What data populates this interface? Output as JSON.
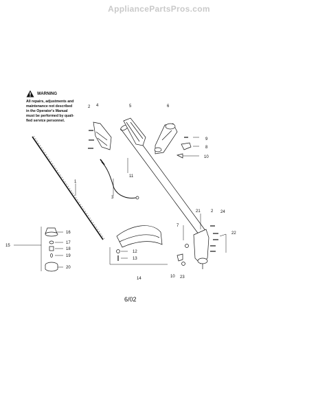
{
  "watermark": "AppliancePartsPros.com",
  "warning": {
    "title": "WARNING",
    "text": "All repairs, adjustments and\nmaintenance not described\nin the Operator's Manual\nmust be performed by quali-\nfied service personnel."
  },
  "callouts": {
    "c1": "1",
    "c2a": "2",
    "c3": "3",
    "c4": "4",
    "c5": "5",
    "c6": "6",
    "c7": "7",
    "c8": "8",
    "c9": "9",
    "c10a": "10",
    "c11": "11",
    "c12": "12",
    "c13": "13",
    "c14": "14",
    "c15": "15",
    "c16": "16",
    "c17": "17",
    "c18": "18",
    "c19": "19",
    "c20": "20",
    "c21": "21",
    "c2b": "2",
    "c24": "24",
    "c22": "22",
    "c10b": "10",
    "c23": "23"
  },
  "date": "6/02"
}
